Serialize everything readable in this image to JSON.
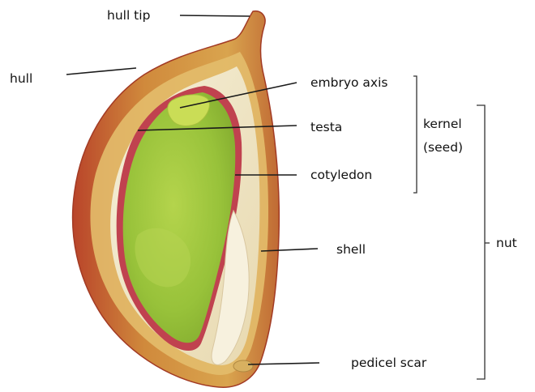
{
  "labels": {
    "hull_tip": "hull tip",
    "hull": "hull",
    "embryo_axis": "embryo axis",
    "testa": "testa",
    "cotyledon": "cotyledon",
    "shell": "shell",
    "pedicel_scar": "pedicel scar",
    "kernel_line1": "kernel",
    "kernel_line2": "(seed)",
    "nut": "nut"
  },
  "colors": {
    "hull_outer": "#c98a3a",
    "hull_red": "#b8452c",
    "hull_inner": "#e8c67a",
    "shell": "#f1ead2",
    "testa": "#c0424f",
    "cotyledon": "#9cc43a",
    "embryo_axis": "#c9dd52"
  }
}
